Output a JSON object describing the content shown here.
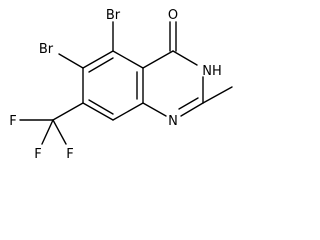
{
  "molecule": {
    "atoms": {
      "br1": "Br",
      "br2": "Br",
      "oxygen": "O",
      "nh": "NH",
      "n": "N",
      "f1": "F",
      "f2": "F",
      "f3": "F"
    }
  }
}
